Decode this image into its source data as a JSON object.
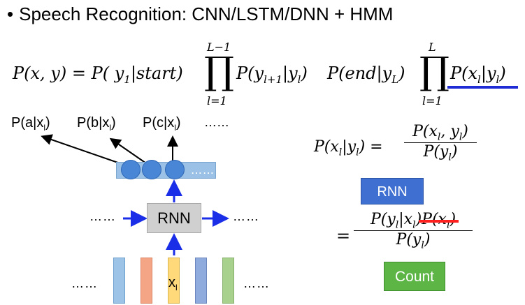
{
  "title": {
    "bullet": "•",
    "text": "Speech Recognition: CNN/LSTM/DNN + HMM"
  },
  "formula": {
    "lhs": "P(x, y) = P( y",
    "y1_sub": "1",
    "start": "|start)",
    "prod1_top": "L−1",
    "prod1_bottom": "l=1",
    "prod_symbol": "∏",
    "term2": "P(y",
    "term2_sub": "l+1",
    "term2_rest": "|y",
    "term2_sub2": "l",
    "term2_end": ")",
    "term3": "P(end|y",
    "term3_sub": "L",
    "term3_end": ")",
    "prod2_top": "L",
    "prod2_bottom": "l=1",
    "term4": "P(x",
    "term4_sub": "l",
    "term4_mid": "|y",
    "term4_sub2": "l",
    "term4_end": ")"
  },
  "outputs": {
    "a": "P(a|x",
    "b": "P(b|x",
    "c": "P(c|x",
    "sub": "l",
    "close": ")",
    "more": "……"
  },
  "network": {
    "rnn_label": "RNN",
    "hidden_dots": "……",
    "left_dots": "……",
    "right_dots": "……",
    "input_left_dots": "……",
    "input_right_dots": "……",
    "x_label": "x",
    "x_sub": "l"
  },
  "bayes": {
    "lhs": "P(x",
    "lhs_sub": "l",
    "lhs_mid": "|y",
    "lhs_sub2": "l",
    "lhs_end": ") =",
    "num1": "P(x",
    "num1_sub": "l",
    "num1_mid": ", y",
    "num1_sub2": "l",
    "num1_end": ")",
    "den1": "P(y",
    "den1_sub": "l",
    "den1_end": ")",
    "eq": "=",
    "num2": "P(y",
    "num2_sub": "l",
    "num2_mid": "|x",
    "num2_sub2": "l",
    "num2_end": ")",
    "num2_struck": "P(x",
    "num2_struck_sub": "l",
    "num2_struck_end": ")",
    "den2": "P(y",
    "den2_sub": "l",
    "den2_end": ")"
  },
  "badges": {
    "rnn": "RNN",
    "count": "Count"
  },
  "colors": {
    "underline": "#1f2cd6",
    "arrow_blue": "#1a2ee8",
    "strike_red": "#ff2020",
    "rnn_badge": "#3f6fd1",
    "count_badge": "#5cb545",
    "vec_blue": "#9dc3e6",
    "vec_salmon": "#f4a585",
    "vec_yellow": "#ffd97a",
    "vec_navy": "#8faadc",
    "vec_green": "#a9d18e"
  }
}
